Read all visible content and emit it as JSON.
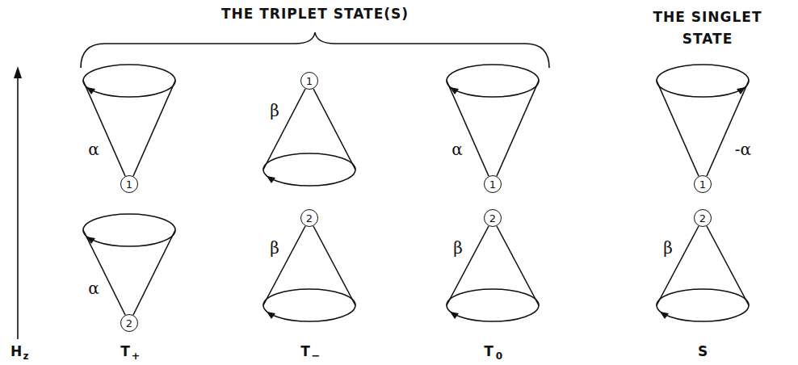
{
  "diagram": {
    "nodes": [
      {
        "text": [
          "1"
        ]
      },
      {
        "text": [
          "1"
        ]
      },
      {
        "text": [
          "1"
        ]
      },
      {
        "text": [
          "1"
        ]
      },
      {
        "text": [
          "2"
        ]
      },
      {
        "text": [
          "2"
        ]
      },
      {
        "text": [
          "2"
        ]
      },
      {
        "text": [
          "2"
        ]
      }
    ],
    "labels": [
      "THE TRIPLET STATE(S)",
      "THE SINGLET STATE",
      "α",
      "α",
      "β",
      "β",
      "α",
      "β",
      "-α",
      "β",
      "H",
      "z",
      "T",
      "+",
      "T",
      "−",
      "T",
      "0",
      "S"
    ]
  }
}
